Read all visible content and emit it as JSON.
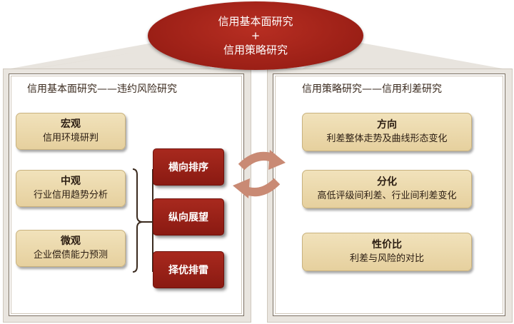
{
  "top": {
    "line1": "信用基本面研究",
    "line2": "+",
    "line3": "信用策略研究"
  },
  "left_panel": {
    "title": "信用基本面研究——违约风险研究",
    "boxes": [
      {
        "title": "宏观",
        "subtitle": "信用环境研判"
      },
      {
        "title": "中观",
        "subtitle": "行业信用趋势分析"
      },
      {
        "title": "微观",
        "subtitle": "企业偿债能力预测"
      }
    ],
    "actions": [
      "横向排序",
      "纵向展望",
      "择优排雷"
    ]
  },
  "right_panel": {
    "title": "信用策略研究——信用利差研究",
    "boxes": [
      {
        "title": "方向",
        "subtitle": "利差整体走势及曲线形态变化"
      },
      {
        "title": "分化",
        "subtitle": "高低评级间利差、行业间利差变化"
      },
      {
        "title": "性价比",
        "subtitle": "利差与风险的对比"
      }
    ]
  },
  "colors": {
    "accent_red": "#9b1f16",
    "tan": "#ead7a8",
    "frame": "#e9e5df"
  }
}
